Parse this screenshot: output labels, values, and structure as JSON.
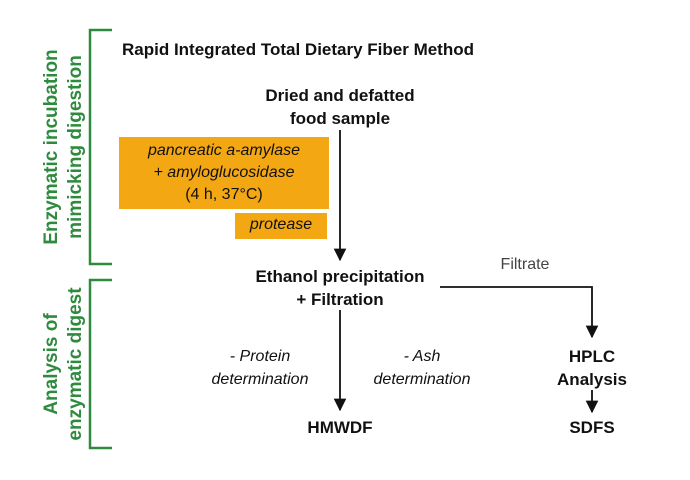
{
  "title": "Rapid Integrated Total Dietary Fiber Method",
  "section_labels": {
    "top": [
      "Enzymatic incubation",
      "mimicking digestion"
    ],
    "bottom": [
      "Analysis of",
      "enzymatic digest"
    ]
  },
  "nodes": {
    "sample": [
      "Dried and defatted",
      "food sample"
    ],
    "enzymes": [
      "pancreatic a-amylase",
      "+ amyloglucosidase",
      "(4 h, 37°C)"
    ],
    "protease": "protease",
    "precip": [
      "Ethanol precipitation",
      "+ Filtration"
    ],
    "filtrate": "Filtrate",
    "protein": [
      "- Protein",
      "determination"
    ],
    "ash": [
      "- Ash",
      "determination"
    ],
    "hplc": [
      "HPLC",
      "Analysis"
    ],
    "hmwdf": "HMWDF",
    "sdfs": "SDFS"
  },
  "colors": {
    "accent_green": "#2e8b3e",
    "enzyme_orange": "#f3a712",
    "text": "#111111"
  }
}
